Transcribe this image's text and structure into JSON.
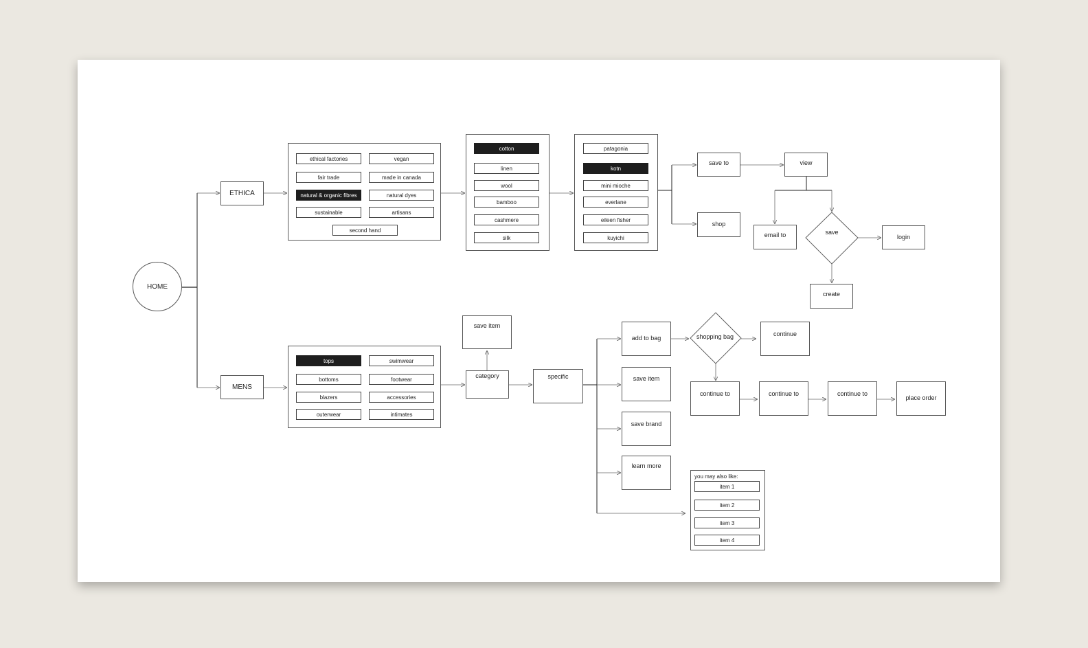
{
  "home": "HOME",
  "ethica": {
    "label": "ETHICA",
    "values": [
      "ethical factories",
      "vegan",
      "fair trade",
      "made in canada",
      "natural & organic fibres",
      "natural dyes",
      "sustainable",
      "artisans",
      "second hand"
    ],
    "fibres": [
      "cotton",
      "linen",
      "wool",
      "bamboo",
      "cashmere",
      "silk"
    ],
    "brands": [
      "patagonia",
      "kotn",
      "mini mioche",
      "everlane",
      "eileen fisher",
      "kuyichi"
    ],
    "save_to": "save to",
    "shop": "shop",
    "view": "view",
    "email_to": "email to",
    "save": "save",
    "login": "login",
    "create": "create"
  },
  "mens": {
    "label": "MENS",
    "categories": [
      "tops",
      "swimwear",
      "bottoms",
      "footwear",
      "blazers",
      "accessories",
      "outerwear",
      "intimates"
    ],
    "save_item_top": "save item",
    "category": "category",
    "specific": "specific",
    "add_to_bag": "add to bag",
    "save_item": "save item",
    "save_brand": "save brand",
    "learn_more": "learn more",
    "shopping_bag": "shopping bag",
    "continue": "continue",
    "continue_to_1": "continue to",
    "continue_to_2": "continue to",
    "continue_to_3": "continue to",
    "place_order": "place order",
    "recommend_title": "you may also like:",
    "items": [
      "item 1",
      "item 2",
      "item 3",
      "item 4"
    ]
  },
  "colors": {
    "background": "#ebe8e1",
    "paper": "#ffffff",
    "selected": "#1e1e1e",
    "line": "#555555"
  }
}
